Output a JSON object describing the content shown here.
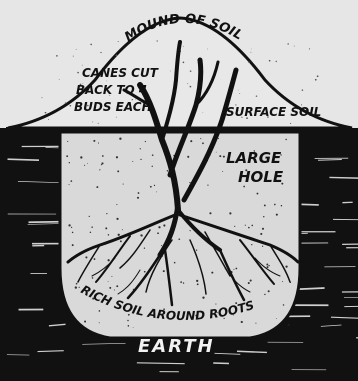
{
  "labels": {
    "mound": "MOUND OF SOIL",
    "canes_line1": "CANES CUT",
    "canes_line2": "BACK TO 4",
    "canes_line3": "BUDS EACH",
    "surface": "SURFACE SOIL",
    "hole_line1": "LARGE",
    "hole_line2": "HOLE",
    "rich_soil": "RICH SOIL AROUND ROOTS",
    "earth": "EARTH"
  }
}
